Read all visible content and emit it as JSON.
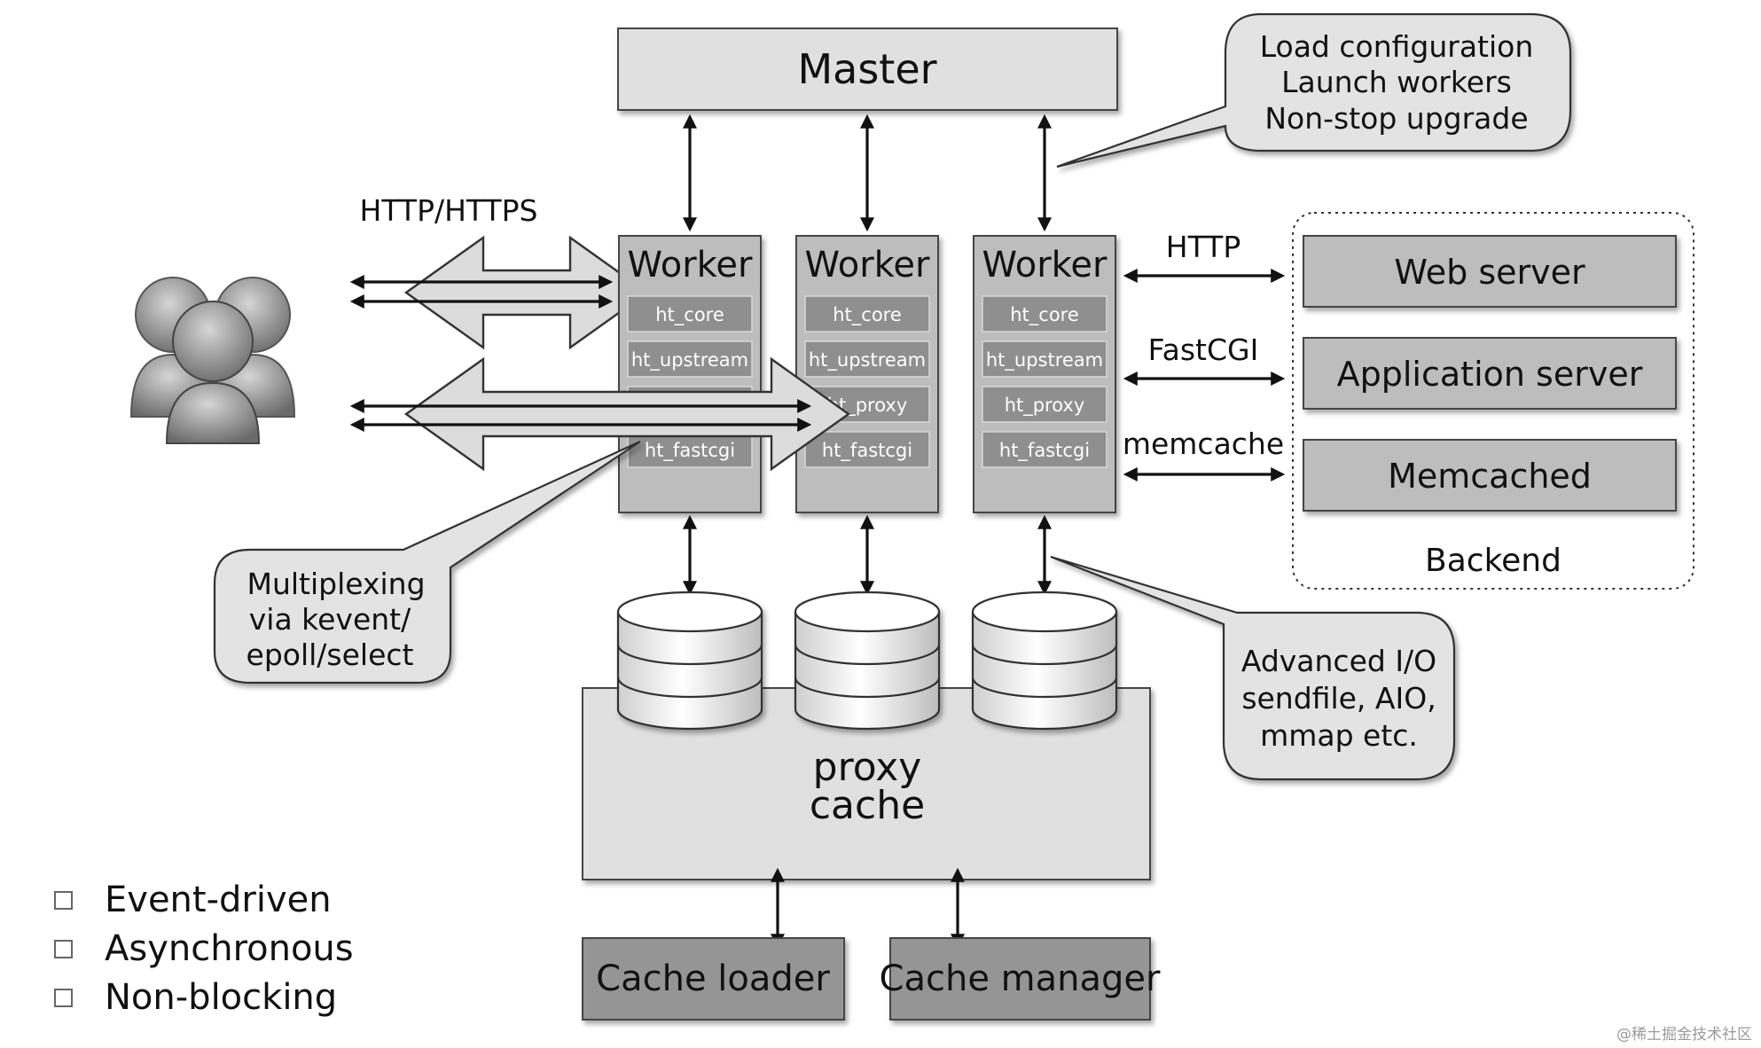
{
  "master": {
    "label": "Master"
  },
  "master_callout": {
    "line1": "Load configuration",
    "line2": "Launch workers",
    "line3": "Non-stop upgrade"
  },
  "client_protocol": "HTTP/HTTPS",
  "workers": [
    {
      "label": "Worker",
      "modules": [
        "ht_core",
        "ht_upstream",
        "",
        "ht_fastcgi"
      ]
    },
    {
      "label": "Worker",
      "modules": [
        "ht_core",
        "ht_upstream",
        "ht_proxy",
        "ht_fastcgi"
      ]
    },
    {
      "label": "Worker",
      "modules": [
        "ht_core",
        "ht_upstream",
        "ht_proxy",
        "ht_fastcgi"
      ]
    }
  ],
  "backend_protocols": [
    "HTTP",
    "FastCGI",
    "memcache"
  ],
  "backend": {
    "label": "Backend",
    "servers": [
      "Web server",
      "Application server",
      "Memcached"
    ]
  },
  "multiplex_callout": {
    "line1": "Multiplexing",
    "line2": "via kevent/",
    "line3": "epoll/select"
  },
  "io_callout": {
    "line1": "Advanced I/O",
    "line2": "sendfile, AIO,",
    "line3": "mmap etc."
  },
  "proxy_cache": {
    "line1": "proxy",
    "line2": "cache"
  },
  "cache_loader": "Cache loader",
  "cache_manager": "Cache manager",
  "features": [
    "Event-driven",
    "Asynchronous",
    "Non-blocking"
  ],
  "watermark": "@稀土掘金技术社区",
  "colors": {
    "light_box": "#e0e0e0",
    "medium_box": "#bdbdbd",
    "dark_box": "#959595",
    "module": "#8f8f8f"
  }
}
